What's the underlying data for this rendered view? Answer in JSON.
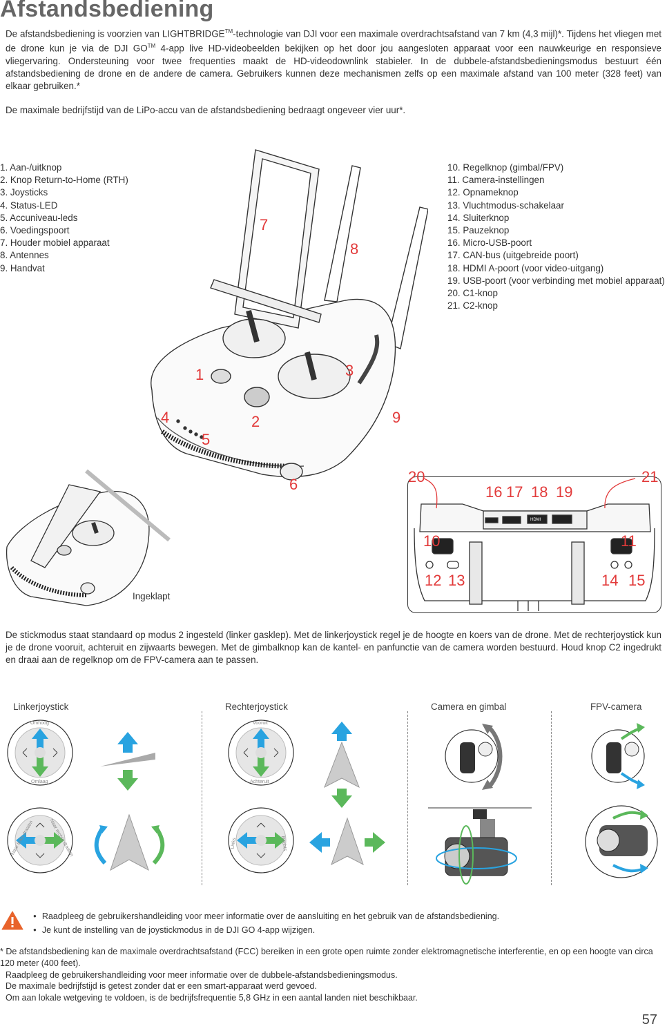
{
  "title": "Afstandsbediening",
  "intro": {
    "p1_a": "De afstandsbediening is voorzien van LIGHTBRIDGE",
    "p1_tm1": "TM",
    "p1_b": "-technologie van DJI voor een maximale overdrachtsafstand van 7 km (4,3 mijl)*. Tijdens het vliegen met de drone kun je via de DJI GO",
    "p1_tm2": "TM",
    "p1_c": " 4-app live HD-videobeelden bekijken op het door jou aangesloten apparaat voor een nauwkeurige en responsieve vliegervaring. Ondersteuning voor twee frequenties maakt de HD-videodownlink stabieler. In de dubbele-afstandsbedieningsmodus bestuurt één afstandsbediening de drone en de andere de camera. Gebruikers kunnen deze mechanismen zelfs op een maximale afstand van 100 meter (328 feet) van elkaar gebruiken.*",
    "p2": "De maximale bedrijfstijd van de LiPo-accu van de afstandsbediening bedraagt ongeveer vier uur*."
  },
  "legend_left": [
    "1. Aan-/uitknop",
    "2. Knop Return-to-Home (RTH)",
    "3. Joysticks",
    "4. Status-LED",
    "5. Accuniveau-leds",
    "6. Voedingspoort",
    "7. Houder mobiel apparaat",
    "8. Antennes",
    "9. Handvat"
  ],
  "legend_right": [
    "10. Regelknop (gimbal/FPV)",
    "11. Camera-instellingen",
    "12. Opnameknop",
    "13. Vluchtmodus-schakelaar",
    "14. Sluiterknop",
    "15. Pauzeknop",
    "16. Micro-USB-poort",
    "17. CAN-bus (uitgebreide poort)",
    "18. HDMI A-poort (voor video-uitgang)",
    "19. USB-poort (voor verbinding met mobiel apparaat)",
    "20. C1-knop",
    "21. C2-knop"
  ],
  "callouts_main": [
    "1",
    "2",
    "3",
    "4",
    "5",
    "6",
    "7",
    "8",
    "9"
  ],
  "callouts_back": [
    "10",
    "11",
    "12",
    "13",
    "14",
    "15",
    "16",
    "17",
    "18",
    "19",
    "20",
    "21"
  ],
  "folded_caption": "Ingeklapt",
  "port_labels": [
    "HDMI"
  ],
  "stick_para": "De stickmodus staat standaard op modus 2 ingesteld (linker gasklep). Met de linkerjoystick regel je de hoogte en koers van de drone. Met de rechterjoystick kun je de drone vooruit, achteruit en zijwaarts bewegen. Met de gimbalknop kan de kantel- en panfunctie van de camera worden bestuurd. Houd knop C2 ingedrukt en draai aan de regelknop om de FPV-camera aan te passen.",
  "joystick_labels": {
    "left": "Linkerjoystick",
    "right": "Rechterjoystick",
    "gimbal": "Camera en gimbal",
    "fpv": "FPV-camera"
  },
  "stick_text": {
    "up": "Omhoog",
    "down": "Omlaag",
    "turn_left": "Naar links draaien",
    "turn_right": "Naar rechts draaien",
    "forward": "Vooruit",
    "backward": "Achteruit",
    "left": "Links",
    "right": "Rechts"
  },
  "warnings": [
    "Raadpleeg de gebruikershandleiding voor meer informatie over de aansluiting en het gebruik van de afstandsbediening.",
    "Je kunt de instelling van de joystickmodus in de DJI GO 4-app wijzigen."
  ],
  "footnotes": [
    "* De afstandsbediening kan de maximale overdrachtsafstand (FCC) bereiken in een grote open ruimte zonder elektromagnetische interferentie, en op een hoogte van circa 120 meter (400 feet).",
    "Raadpleeg de gebruikershandleiding voor meer informatie over de dubbele-afstandsbedieningsmodus.",
    "De maximale bedrijfstijd is getest zonder dat er een smart-apparaat werd gevoed.",
    "Om aan lokale wetgeving te voldoen, is de bedrijfsfrequentie 5,8 GHz in een aantal landen niet beschikbaar."
  ],
  "page_number": "57",
  "colors": {
    "accent": "#e23a3a",
    "blue": "#29a3e0",
    "green": "#5bb85b",
    "title": "#666666"
  }
}
